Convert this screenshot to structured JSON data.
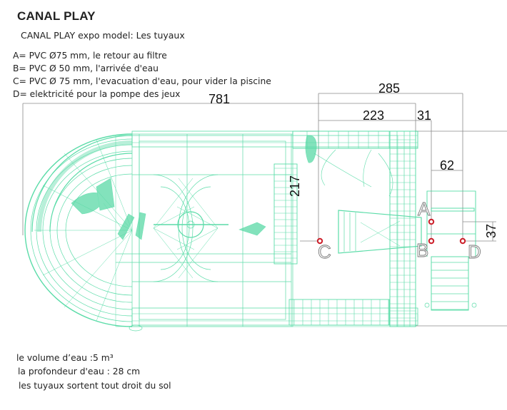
{
  "header": {
    "title": "CANAL PLAY",
    "subtitle": "CANAL PLAY expo model: Les tuyaux"
  },
  "legend": [
    {
      "key": "A",
      "text": "A= PVC Ø75 mm, le retour au filtre"
    },
    {
      "key": "B",
      "text": "B= PVC Ø 50 mm, l'arrivée d'eau"
    },
    {
      "key": "C",
      "text": "C= PVC Ø 75 mm, l'evacuation d'eau, pour vider la piscine"
    },
    {
      "key": "D",
      "text": "D= elektricité pour la pompe des jeux"
    }
  ],
  "dimensions": {
    "overall_length": "781",
    "right_section": "285",
    "inner_section": "223",
    "offset_31": "31",
    "offset_62": "62",
    "height_217": "217",
    "offset_37": "37"
  },
  "connection_points": [
    {
      "label": "A",
      "color": "#cc1f2a"
    },
    {
      "label": "B",
      "color": "#cc1f2a"
    },
    {
      "label": "C",
      "color": "#cc1f2a"
    },
    {
      "label": "D",
      "color": "#cc1f2a"
    }
  ],
  "notes": {
    "volume": "le volume d’eau :5 m³",
    "depth": "la profondeur d'eau :  28 cm",
    "pipes": "les tuyaux sortent tout droit du sol"
  },
  "colors": {
    "wireframe": "#3fd69a",
    "dimension_line": "#8a8a8a",
    "point": "#cc1f2a"
  }
}
